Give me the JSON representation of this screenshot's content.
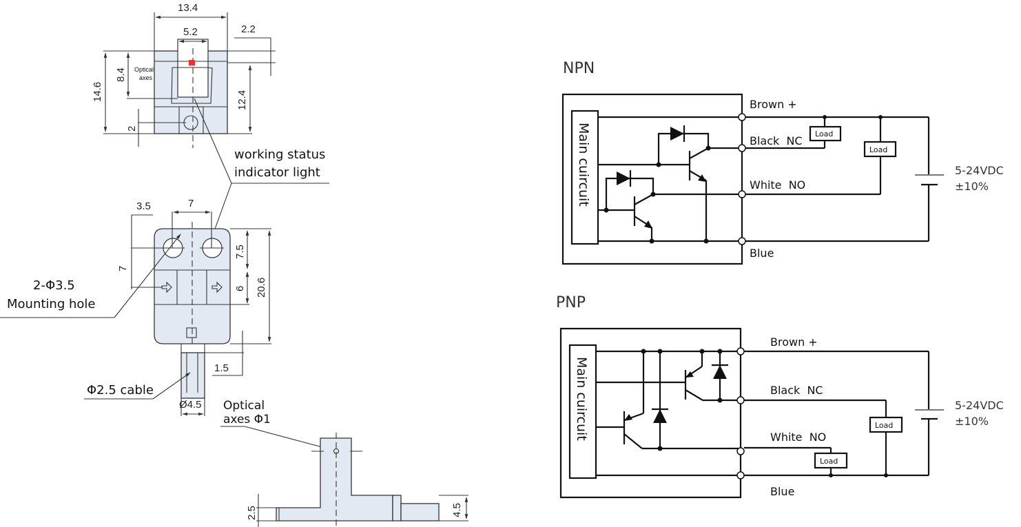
{
  "drawing": {
    "top_view": {
      "dims": [
        "13.4",
        "5.2",
        "2.2",
        "14.6",
        "8.4",
        "12.4",
        "2"
      ],
      "optical_axes_label": [
        "Optical",
        "axes"
      ]
    },
    "front_view": {
      "dims": [
        "3.5",
        "7",
        "7",
        "7.5",
        "6",
        "20.6",
        "1.5",
        "Ø4.5"
      ]
    },
    "callouts": {
      "indicator": [
        "working status",
        "indicator light"
      ],
      "mounting": [
        "2-Φ3.5",
        "Mounting hole"
      ],
      "cable": "Φ2.5 cable",
      "optical_axis": [
        "Optical",
        "axes Φ1"
      ]
    },
    "side_view": {
      "dims": [
        "2.5",
        "4.5"
      ]
    }
  },
  "circuits": {
    "npn": {
      "title": "NPN",
      "block_label": "Main cuircuit",
      "wires": [
        "Brown +",
        "Black  NC",
        "White  NO",
        "Blue"
      ],
      "load_label": "Load",
      "supply": [
        "5-24VDC",
        "±10%"
      ]
    },
    "pnp": {
      "title": "PNP",
      "block_label": "Main cuircuit",
      "wires": [
        "Brown +",
        "Black  NC",
        "White  NO",
        "Blue"
      ],
      "load_label": "Load",
      "supply": [
        "5-24VDC",
        "±10%"
      ]
    }
  }
}
